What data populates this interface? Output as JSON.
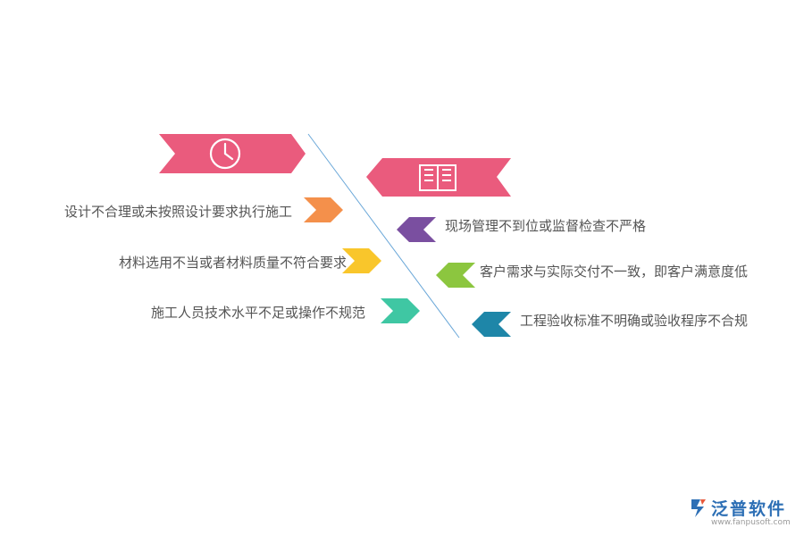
{
  "diagram": {
    "left_causes": [
      {
        "text": "设计不合理或未按照设计要求执行施工",
        "color": "#f4904b"
      },
      {
        "text": "材料选用不当或者材料质量不符合要求",
        "color": "#f9c62b"
      },
      {
        "text": "施工人员技术水平不足或操作不规范",
        "color": "#3fc7a3"
      }
    ],
    "right_causes": [
      {
        "text": "现场管理不到位或监督检查不严格",
        "color": "#7a4fa0"
      },
      {
        "text": "客户需求与实际交付不一致，即客户满意度低",
        "color": "#8cc63f"
      },
      {
        "text": "工程验收标准不明确或验收程序不合规",
        "color": "#1e86a8"
      }
    ],
    "banner_color": "#ea5b7d",
    "spine_color": "#6aa7d8",
    "icons": {
      "left_banner": "clock-icon",
      "right_banner": "book-icon"
    }
  },
  "logo": {
    "name": "泛普软件",
    "url": "www.fanpusoft.com"
  }
}
